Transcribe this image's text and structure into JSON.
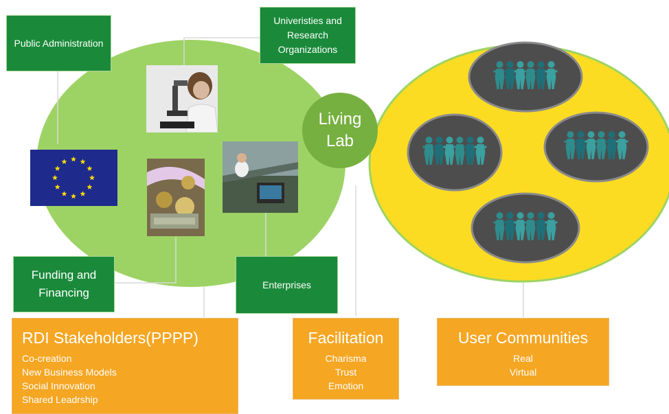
{
  "stakeholders": {
    "public_administration": "Public Administration",
    "universities": "Univeristies and Research Organizations",
    "funding": "Funding and Financing",
    "enterprises": "Enterprises"
  },
  "living_lab": {
    "line1": "Living",
    "line2": "Lab"
  },
  "bottom": {
    "rdi": {
      "title": "RDI Stakeholders(PPPP)",
      "items": [
        "Co-creation",
        "New Business Models",
        "Social Innovation",
        "Shared Leadrship"
      ]
    },
    "facilitation": {
      "title": "Facilitation",
      "items": [
        "Charisma",
        "Trust",
        "Emotion"
      ]
    },
    "user_communities": {
      "title": "User Communities",
      "items": [
        "Real",
        "Virtual"
      ]
    }
  },
  "colors": {
    "green_ellipse": "#9dd364",
    "yellow_ellipse": "#fcdc22",
    "living_lab": "#76b040",
    "green_box": "#1a8a3a",
    "orange_box": "#f5a623",
    "community_ellipse": "#4a4a4a",
    "eu_flag": "#1e2a8c"
  },
  "icons": [
    "eu-flag",
    "people-chain",
    "microscope-photo",
    "money-photo",
    "lab-photo"
  ]
}
